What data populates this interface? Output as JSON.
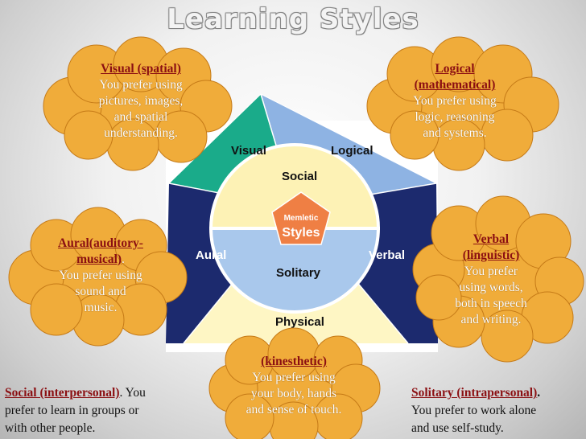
{
  "title": "Learning Styles",
  "center": {
    "line1": "Memletic",
    "line2": "Styles"
  },
  "regions": {
    "visual": "Visual",
    "logical": "Logical",
    "aural": "Aural",
    "verbal": "Verbal",
    "physical": "Physical",
    "social": "Social",
    "solitary": "Solitary"
  },
  "colors": {
    "visual": "#1aab8a",
    "logical": "#8eb3e3",
    "dark": "#1c2a6e",
    "physical": "#fef6c4",
    "social": "#fdf2b5",
    "solitary": "#a9c8ec",
    "center": "#ef7f44",
    "cloud": "#f0ac3a",
    "accent": "#8b0f12"
  },
  "clouds": {
    "visual": {
      "heading": "Visual (spatial)",
      "lines": [
        "You prefer using",
        "pictures, images,",
        "and spatial",
        "understanding."
      ]
    },
    "logical": {
      "heading1": "Logical",
      "heading2": "(mathematical)",
      "lines": [
        "You prefer using",
        "logic, reasoning",
        "and systems."
      ]
    },
    "aural": {
      "heading1": "Aural(auditory-",
      "heading2": "musical)",
      "suffix": ".",
      "lines": [
        "You prefer using",
        "sound and",
        "music."
      ]
    },
    "verbal": {
      "heading1": "Verbal",
      "heading2": "(linguistic)",
      "lines": [
        "You prefer",
        "using words,",
        "both in speech",
        "and writing."
      ]
    },
    "physical": {
      "heading": "(kinesthetic)",
      "lines": [
        "You prefer using",
        "your body, hands",
        "and sense of touch."
      ]
    }
  },
  "notes": {
    "social": {
      "heading": "Social (interpersonal)",
      "text1": ". You",
      "text2": "prefer to learn in groups or",
      "text3": "with other people."
    },
    "solitary": {
      "heading": "Solitary (intrapersonal)",
      "text1": ".",
      "text2": "You prefer to work alone",
      "text3": "and use self-study."
    }
  }
}
